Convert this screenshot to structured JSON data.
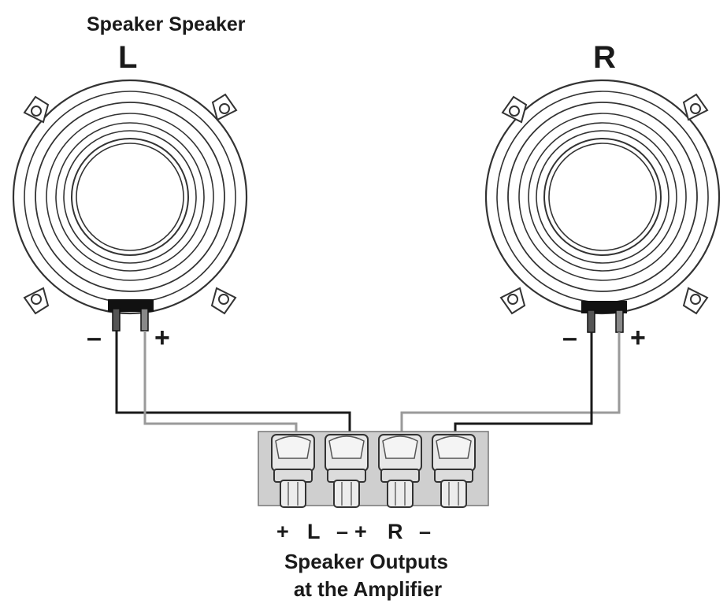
{
  "labels": {
    "top_caption": "Speaker Speaker",
    "left_speaker": "L",
    "right_speaker": "R",
    "left_minus": "–",
    "left_plus": "+",
    "right_minus": "–",
    "right_plus": "+",
    "term_left_plus": "+",
    "term_left": "L",
    "term_left_minus": "–",
    "term_right_plus": "+",
    "term_right": "R",
    "term_right_minus": "–",
    "caption_line1": "Speaker Outputs",
    "caption_line2": "at the Amplifier"
  },
  "colors": {
    "outline": "#333333",
    "black_wire": "#1a1a1a",
    "gray_wire": "#9a9a9a",
    "terminal_block": "#cfcfcf"
  }
}
